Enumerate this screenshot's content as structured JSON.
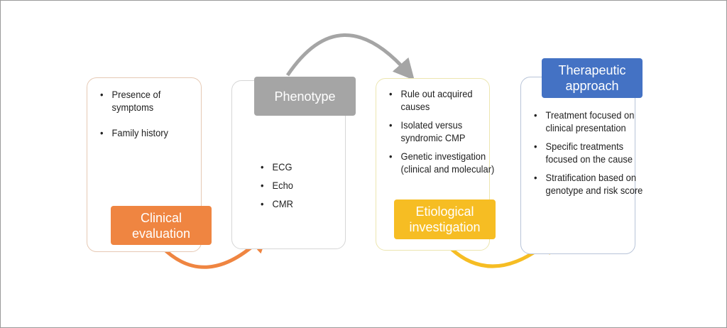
{
  "steps": [
    {
      "title": "Clinical evaluation",
      "color": "#ef8541",
      "items": [
        "Presence of symptoms",
        "Family history"
      ]
    },
    {
      "title": "Phenotype",
      "color": "#a5a5a5",
      "items": [
        "ECG",
        "Echo",
        "CMR"
      ]
    },
    {
      "title": "Etiological investigation",
      "color": "#f6bd23",
      "items": [
        "Rule out acquired causes",
        "Isolated versus syndromic CMP",
        "Genetic investigation (clinical and molecular)"
      ]
    },
    {
      "title": "Therapeutic approach",
      "color": "#4472c4",
      "items": [
        "Treatment focused on clinical presentation",
        "Specific treatments focused on the cause",
        "Stratification based on genotype and risk score"
      ]
    }
  ]
}
